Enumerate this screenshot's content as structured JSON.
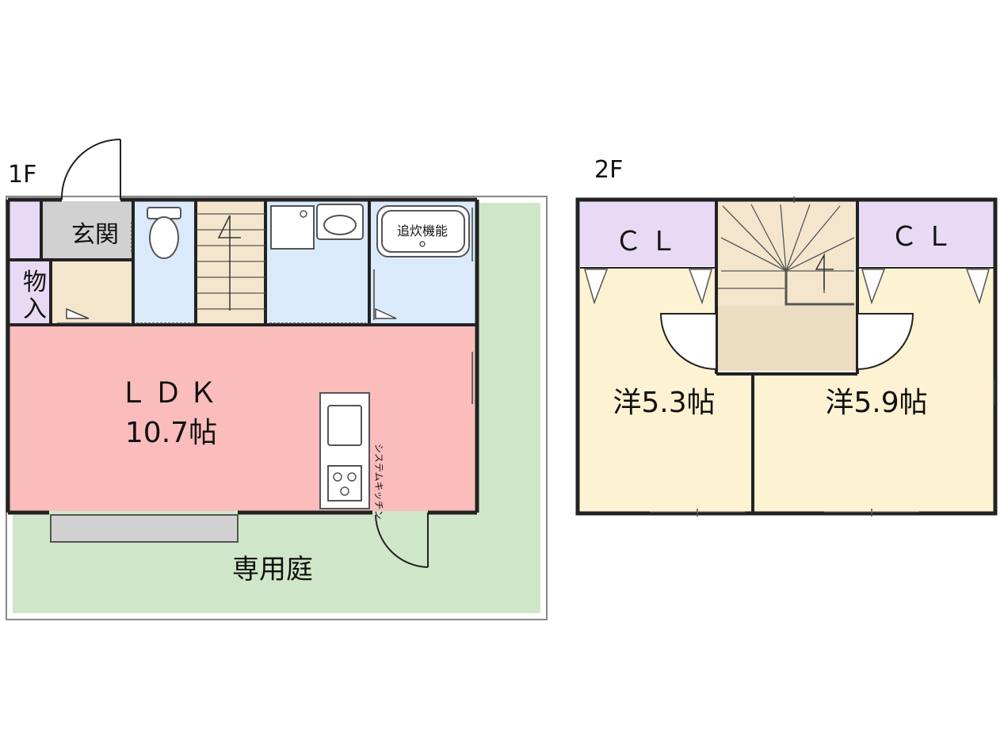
{
  "floor1": {
    "floor_label": "1F",
    "rooms": {
      "entrance": "玄関",
      "storage_top": "物",
      "storage_bottom": "入",
      "ldk_name": "ＬＤＫ",
      "ldk_size": "10.7帖",
      "bath_feature": "追炊機能",
      "kitchen": "システムキッチン",
      "garden": "専用庭"
    }
  },
  "floor2": {
    "floor_label": "2F",
    "rooms": {
      "closet_left": "ＣＬ",
      "closet_right": "ＣＬ",
      "room_left": "洋5.3帖",
      "room_right": "洋5.9帖"
    }
  },
  "colors": {
    "ldk": "#fbbcbc",
    "wet_area": "#dbeafb",
    "entrance": "#d1d1d1",
    "storage": "#e8daf4",
    "hall": "#f3e6cd",
    "stairs": "#f3e6cd",
    "garden": "#d0e6c9",
    "bedroom": "#fdf2d2",
    "closet": "#e8daf4",
    "wall": "#222222"
  }
}
